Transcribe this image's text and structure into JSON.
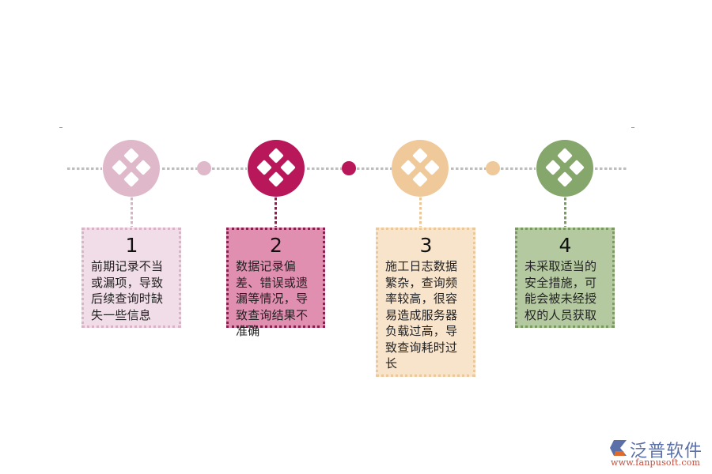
{
  "steps": [
    {
      "number": "1",
      "text": "前期记录不当或漏项，导致后续查询时缺失一些信息",
      "color": "#dfb8ca",
      "card_bg": "#f1dde7",
      "card_border": "#d9b4c6",
      "line_color": "#d6b3c5"
    },
    {
      "number": "2",
      "text": "数据记录偏差、错误或遗漏等情况，导致查询结果不准确",
      "color": "#b8175a",
      "card_bg": "#e18fb0",
      "card_border": "#8b1f4f",
      "line_color": "#8b1f4f"
    },
    {
      "number": "3",
      "text": "施工日志数据繁杂，查询频率较高，很容易造成服务器负载过高，导致查询耗时过长",
      "color": "#f0c99b",
      "card_bg": "#f8e3cb",
      "card_border": "#e9c89d",
      "line_color": "#e9c89d"
    },
    {
      "number": "4",
      "text": "未采取适当的安全措施，可能会被未经授权的人员获取",
      "color": "#86a76c",
      "card_bg": "#b4c9a0",
      "card_border": "#7a9a62",
      "line_color": "#7a9a62"
    }
  ],
  "connector_dots": [
    "#dfb8ca",
    "#b8175a",
    "#f0c99b"
  ],
  "icon": "four-diamonds-icon",
  "logo": {
    "name": "泛普软件",
    "url": "www.fanpusoft.com"
  }
}
